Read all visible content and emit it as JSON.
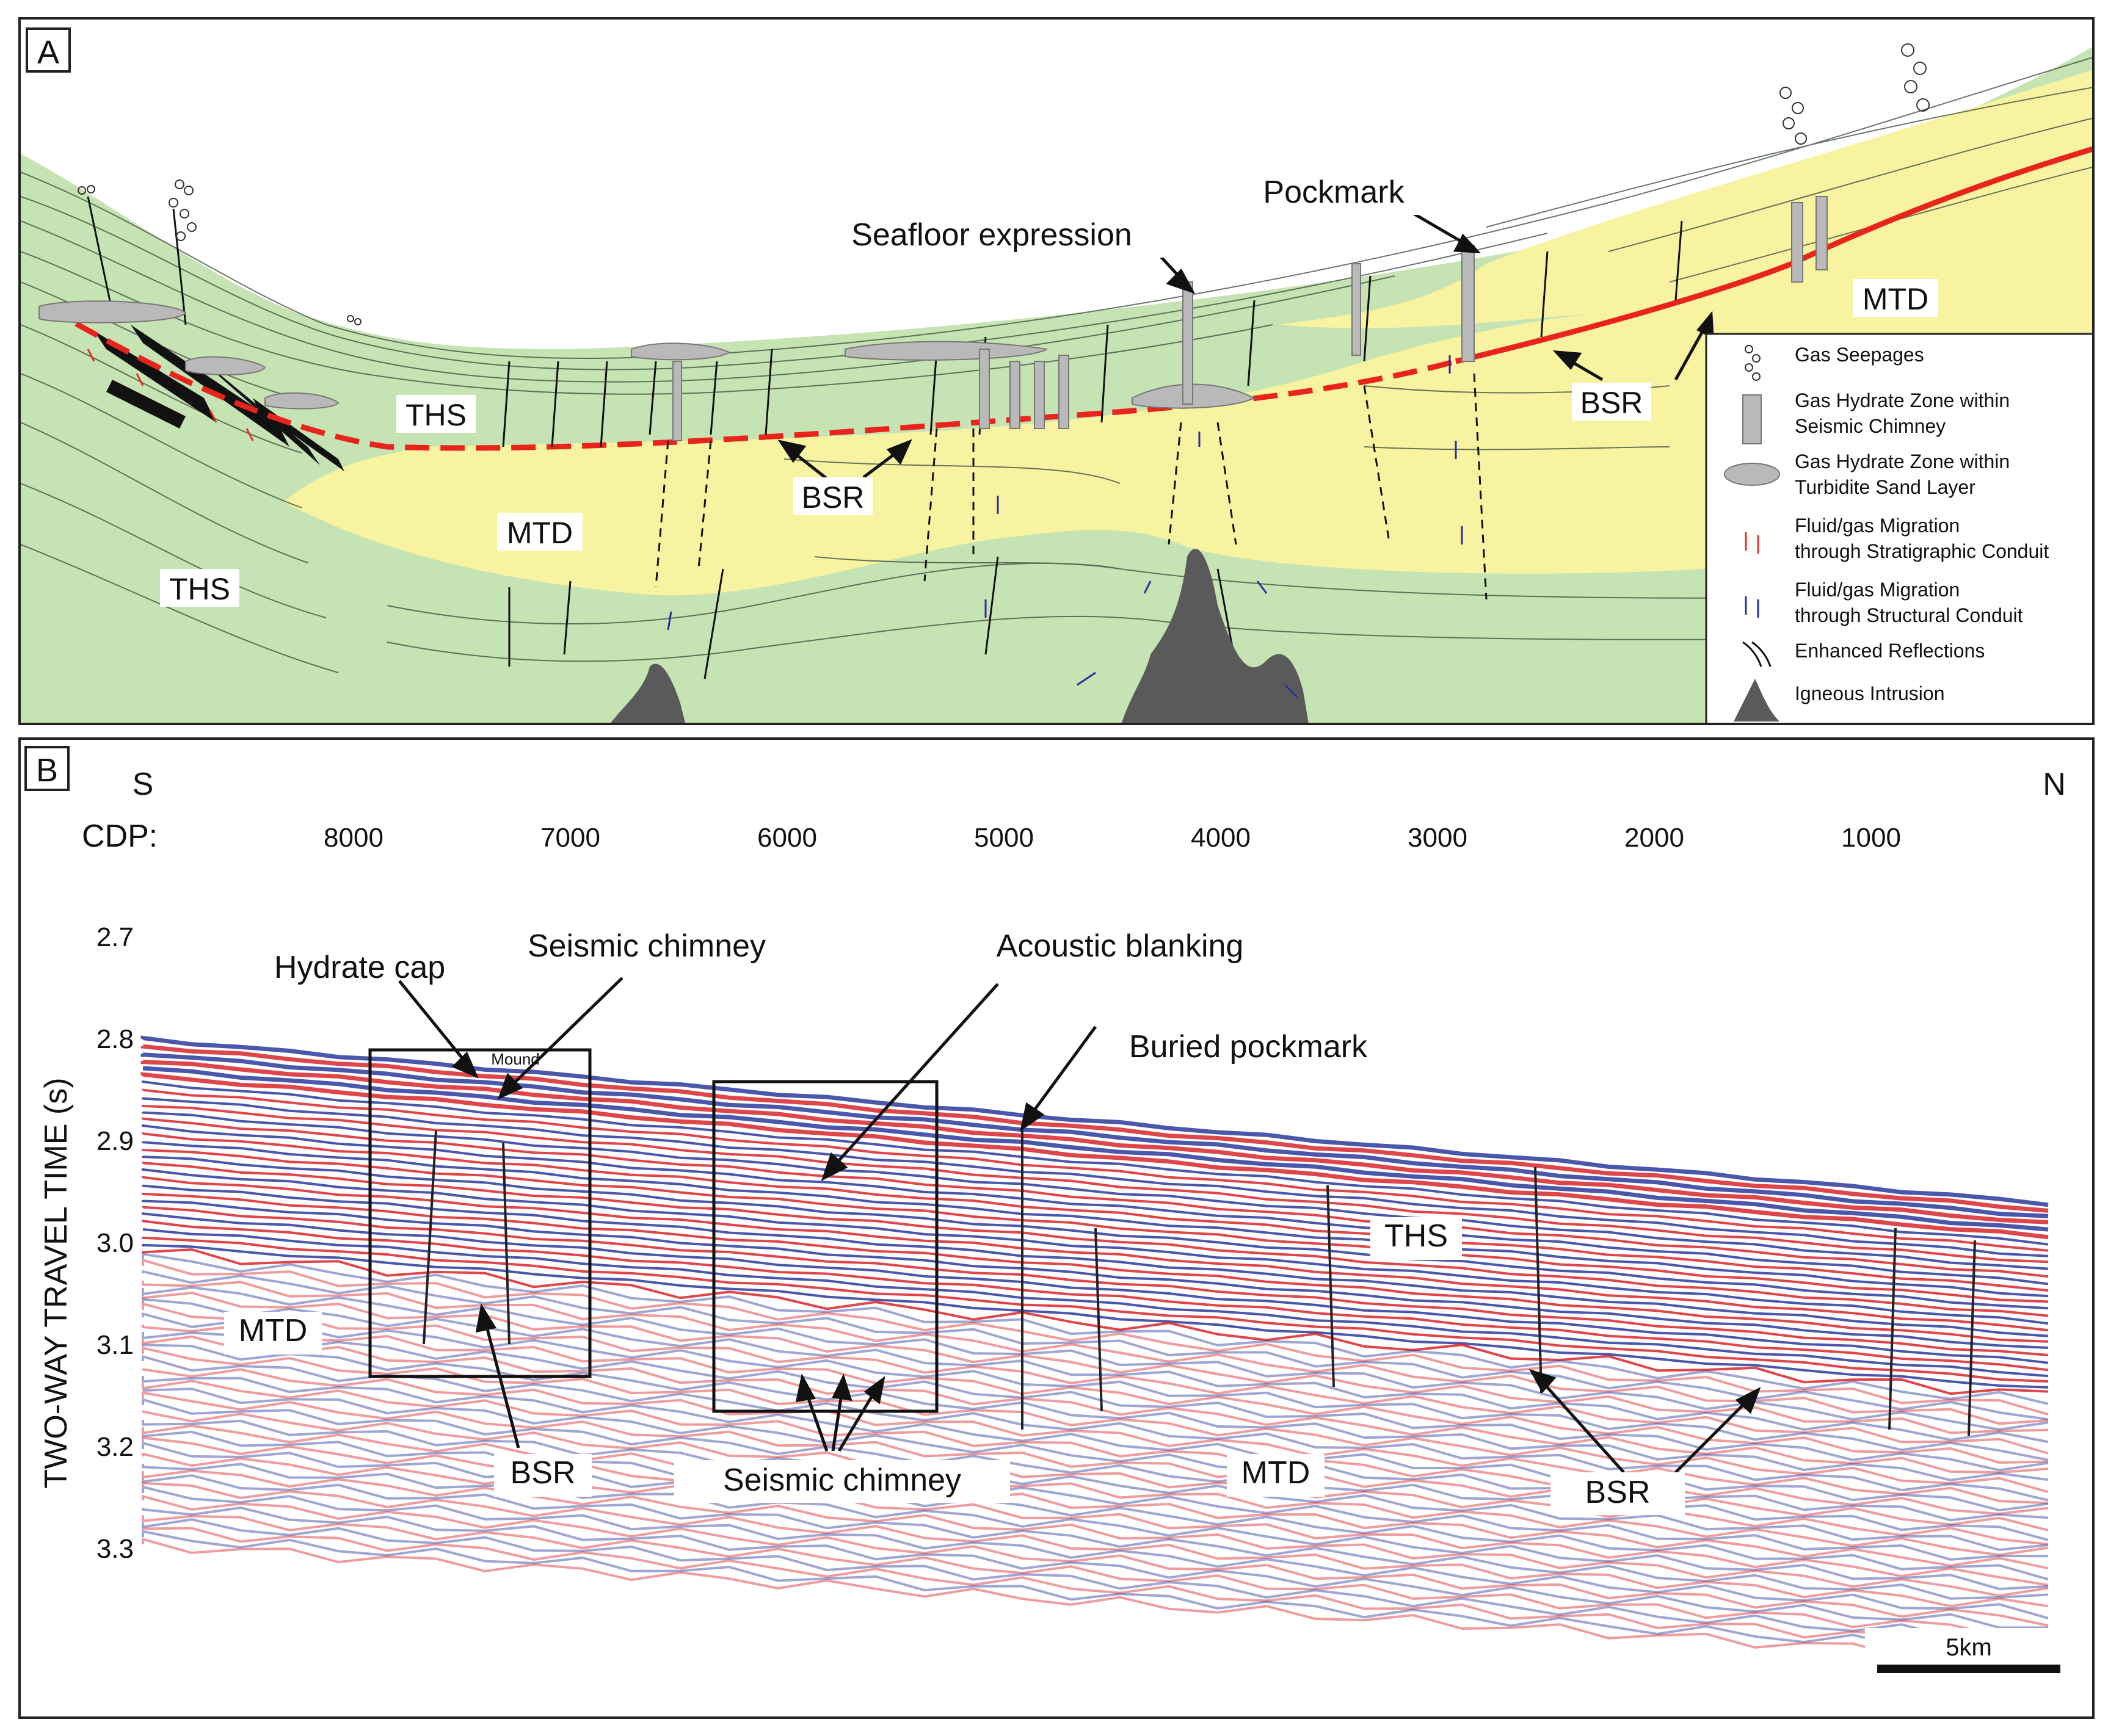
{
  "panel_a": {
    "letter": "A",
    "unit_labels": {
      "ths_upper": "THS",
      "ths_lower": "THS",
      "mtd_left": "MTD",
      "mtd_right": "MTD",
      "bsr_center": "BSR",
      "bsr_right": "BSR"
    },
    "callouts": {
      "seafloor": "Seafloor expression",
      "pockmark": "Pockmark"
    },
    "legend": {
      "items": [
        {
          "icon": "gas-seepage-icon",
          "text": [
            "Gas Seepages"
          ]
        },
        {
          "icon": "hydrate-chimney-icon",
          "text": [
            "Gas Hydrate Zone within",
            "Seismic Chimney"
          ]
        },
        {
          "icon": "hydrate-sand-icon",
          "text": [
            "Gas Hydrate Zone within",
            "Turbidite Sand Layer"
          ]
        },
        {
          "icon": "red-arrows-icon",
          "text": [
            "Fluid/gas Migration",
            "through Stratigraphic Conduit"
          ]
        },
        {
          "icon": "blue-arrows-icon",
          "text": [
            "Fluid/gas Migration",
            "through Structural Conduit"
          ]
        },
        {
          "icon": "enhanced-reflection-icon",
          "text": [
            "Enhanced Reflections"
          ]
        },
        {
          "icon": "igneous-intrusion-icon",
          "text": [
            "Igneous Intrusion"
          ]
        }
      ]
    },
    "colors": {
      "ths": "#c6e3b4",
      "mtd": "#f7f3a1",
      "bsr": "#e8241c",
      "intrusion": "#5a5a5a",
      "blue_arrow": "#2b2e9e",
      "red_arrow": "#e03020"
    }
  },
  "panel_b": {
    "letter": "B",
    "direction_left": "S",
    "direction_right": "N",
    "cdp_label": "CDP:",
    "cdp_ticks": [
      "8000",
      "7000",
      "6000",
      "5000",
      "4000",
      "3000",
      "2000",
      "1000"
    ],
    "y_axis_label": "TWO-WAY TRAVEL TIME (s)",
    "y_ticks": [
      "2.7",
      "2.8",
      "2.9",
      "3.0",
      "3.1",
      "3.2",
      "3.3"
    ],
    "annotations": {
      "hydrate_cap": "Hydrate cap",
      "seismic_chimney_top": "Seismic chimney",
      "acoustic_blanking": "Acoustic blanking",
      "mound": "Mound",
      "buried_pockmark": "Buried pockmark",
      "ths": "THS",
      "mtd_left": "MTD",
      "mtd_center": "MTD",
      "bsr_left": "BSR",
      "seismic_chimney_bottom": "Seismic chimney",
      "bsr_right": "BSR"
    },
    "scale_bar": "5km",
    "colors": {
      "red": "#d9262b",
      "blue": "#2a3a9c"
    }
  }
}
